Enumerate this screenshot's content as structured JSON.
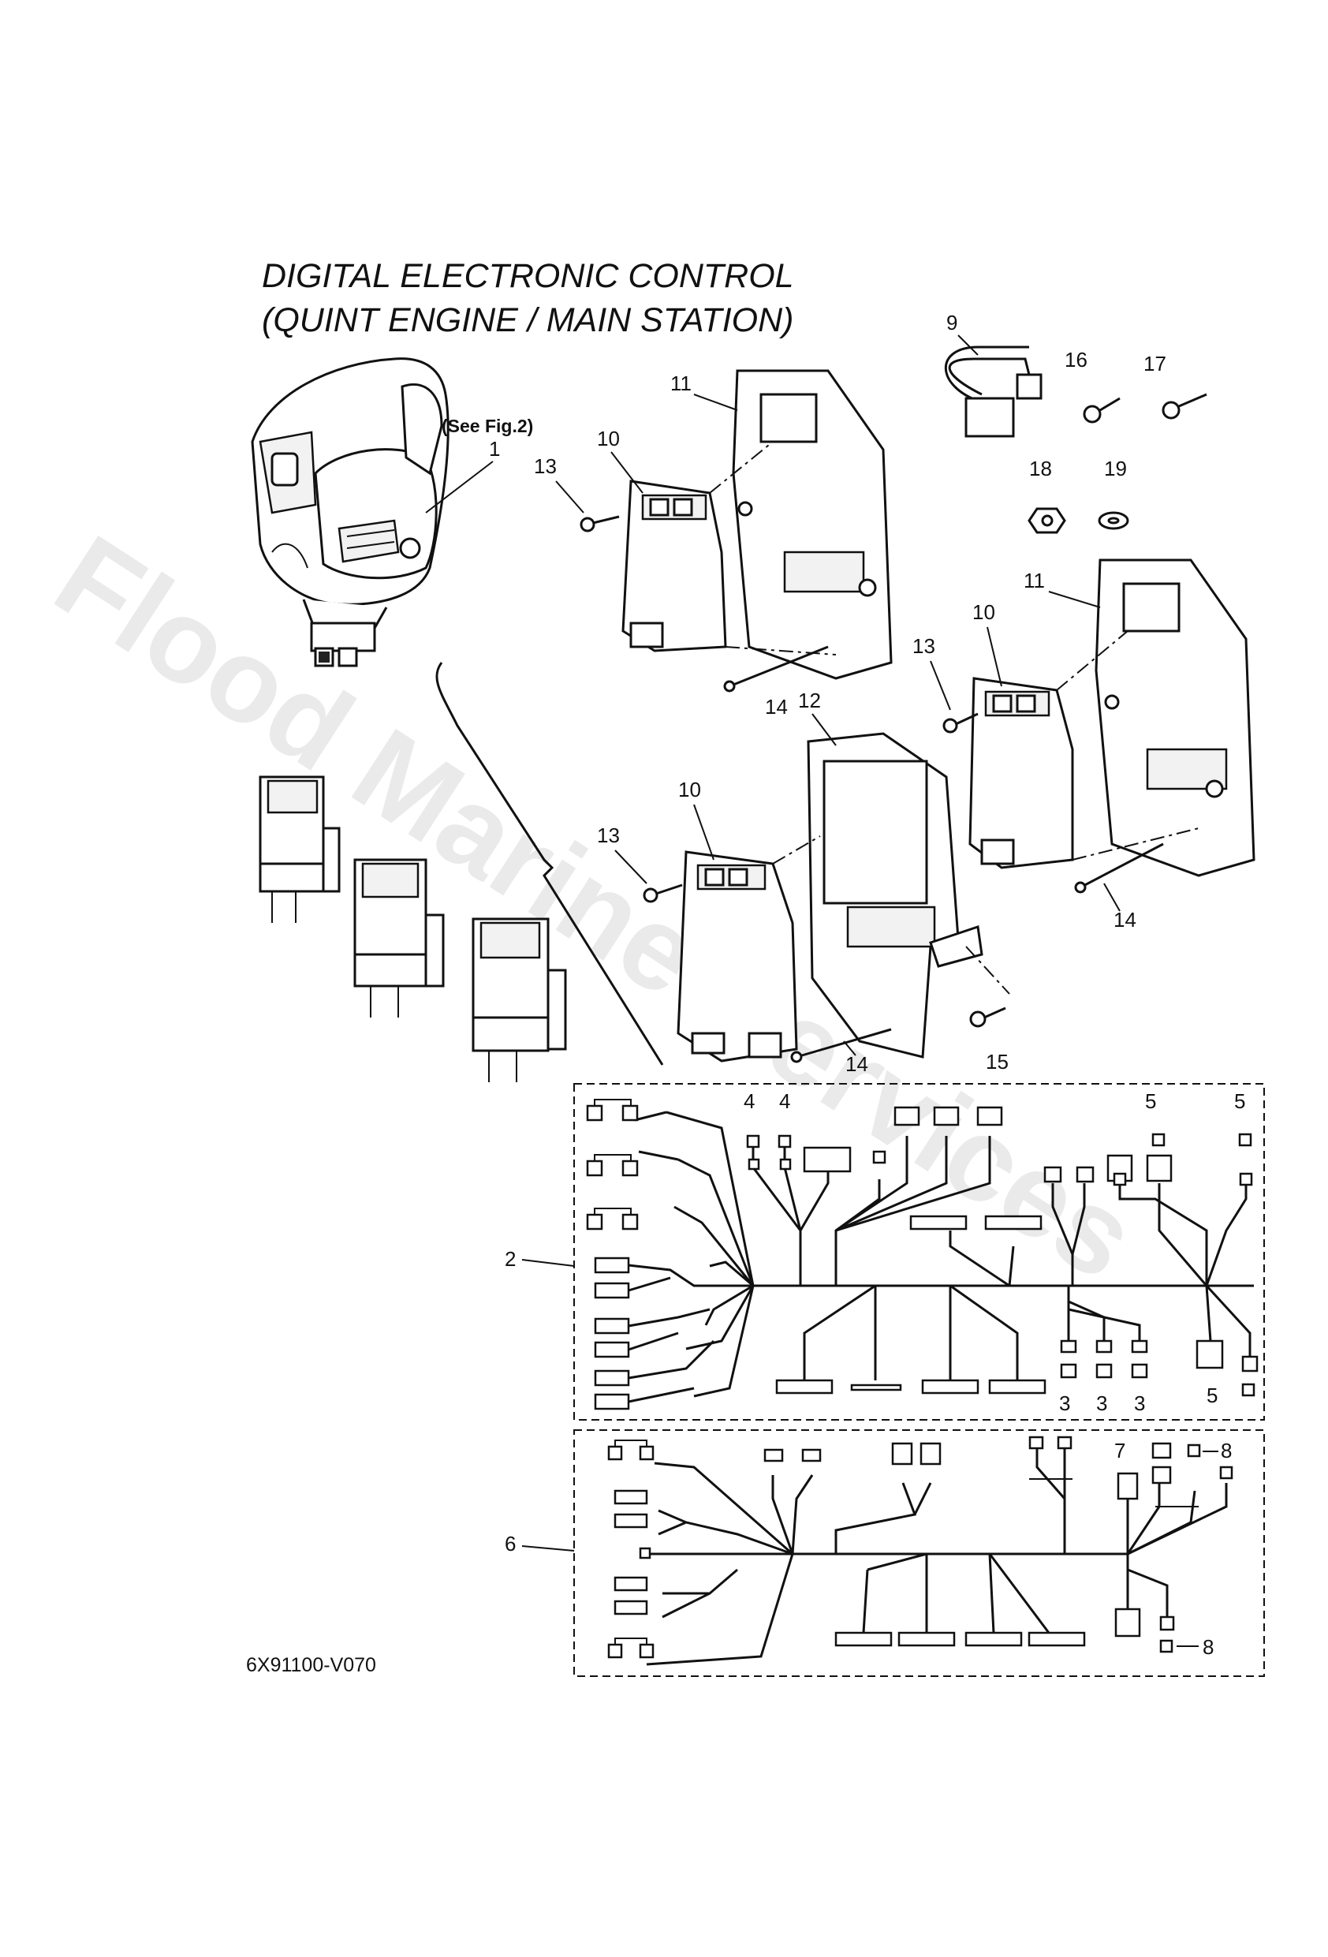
{
  "title": {
    "line1": "DIGITAL ELECTRONIC CONTROL",
    "line2": "(QUINT ENGINE / MAIN STATION)"
  },
  "see_note": "(See Fig.2)",
  "drawing_code": "6X91100-V070",
  "watermark": "Flood Marine Services",
  "callouts": {
    "c1": "1",
    "c2": "2",
    "c3a": "3",
    "c3b": "3",
    "c3c": "3",
    "c4a": "4",
    "c4b": "4",
    "c5a": "5",
    "c5b": "5",
    "c5c": "5",
    "c6": "6",
    "c7": "7",
    "c8a": "8",
    "c8b": "8",
    "c9": "9",
    "c10a": "10",
    "c10b": "10",
    "c10c": "10",
    "c11a": "11",
    "c11b": "11",
    "c12": "12",
    "c13a": "13",
    "c13b": "13",
    "c13c": "13",
    "c14a": "14",
    "c14b": "14",
    "c14c": "14",
    "c15": "15",
    "c16": "16",
    "c17": "17",
    "c18": "18",
    "c19": "19"
  }
}
